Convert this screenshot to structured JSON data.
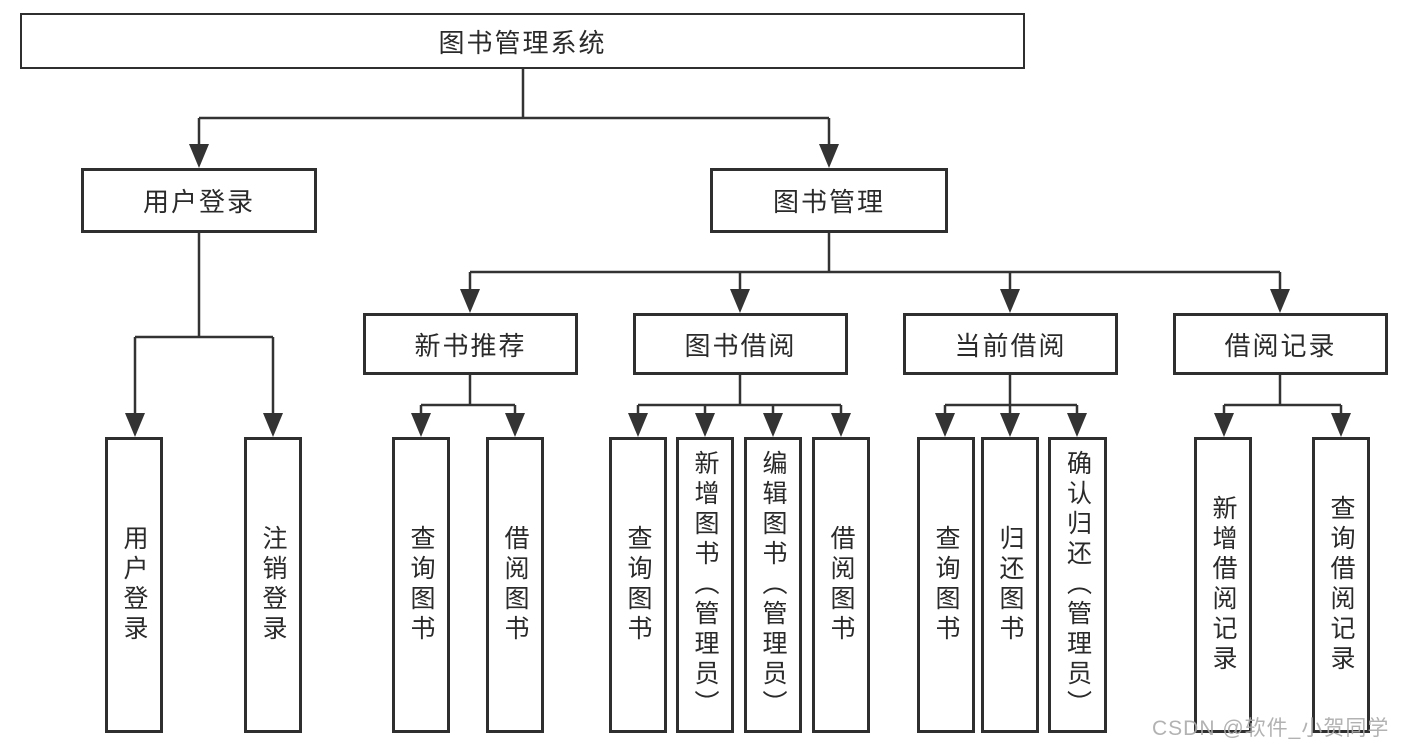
{
  "tree": {
    "label": "图书管理系统",
    "children": [
      {
        "label": "用户登录",
        "children": [
          {
            "label": "用户登录"
          },
          {
            "label": "注销登录"
          }
        ]
      },
      {
        "label": "图书管理",
        "children": [
          {
            "label": "新书推荐",
            "children": [
              {
                "label": "查询图书"
              },
              {
                "label": "借阅图书"
              }
            ]
          },
          {
            "label": "图书借阅",
            "children": [
              {
                "label": "查询图书"
              },
              {
                "label": "新增图书（管理员）"
              },
              {
                "label": "编辑图书（管理员）"
              },
              {
                "label": "借阅图书"
              }
            ]
          },
          {
            "label": "当前借阅",
            "children": [
              {
                "label": "查询图书"
              },
              {
                "label": "归还图书"
              },
              {
                "label": "确认归还（管理员）"
              }
            ]
          },
          {
            "label": "借阅记录",
            "children": [
              {
                "label": "新增借阅记录"
              },
              {
                "label": "查询借阅记录"
              }
            ]
          }
        ]
      }
    ]
  },
  "watermark": "CSDN @软件_小贺同学",
  "colors": {
    "line": "#333333",
    "box_border": "#2f2f2f",
    "text": "#2a2a2a",
    "watermark": "#ababab"
  }
}
